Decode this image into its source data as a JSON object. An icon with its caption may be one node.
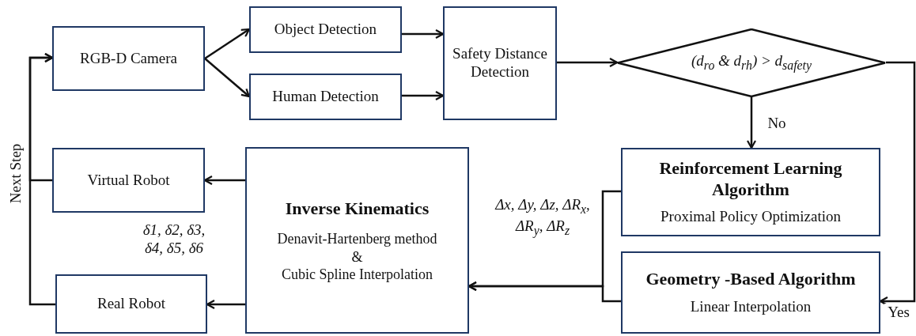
{
  "diagram": {
    "nodes": [
      {
        "text": [
          "RGB-D Camera"
        ]
      },
      {
        "text": [
          "Object Detection"
        ]
      },
      {
        "text": [
          "Human Detection"
        ]
      },
      {
        "text": [
          "Safety Distance Detection"
        ]
      },
      {
        "text": [
          "(d$_{ro}$ & d$_{rh}$) > d$_{safety}$"
        ]
      },
      {
        "text": [
          "Reinforcement Learning Algorithm",
          "Proximal Policy Optimization"
        ]
      },
      {
        "text": [
          "Geometry -Based Algorithm",
          "Linear Interpolation"
        ]
      },
      {
        "text": [
          "Inverse Kinematics",
          "Denavit-Hartenberg method",
          "&",
          "Cubic Spline Interpolation"
        ]
      },
      {
        "text": [
          "Virtual Robot"
        ]
      },
      {
        "text": [
          "Real Robot"
        ]
      }
    ],
    "edges": [
      {
        "from": 0,
        "to": 1,
        "arrow": "to"
      },
      {
        "from": 0,
        "to": 2,
        "arrow": "to"
      },
      {
        "from": 1,
        "to": 3,
        "arrow": "to"
      },
      {
        "from": 2,
        "to": 3,
        "arrow": "to"
      },
      {
        "from": 3,
        "to": 4,
        "arrow": "to"
      },
      {
        "from": 4,
        "to": 5,
        "arrow": "to",
        "label": "No"
      },
      {
        "from": 4,
        "to": 6,
        "arrow": "to",
        "label": "Yes"
      },
      {
        "from": 5,
        "to": 7,
        "arrow": "to",
        "label": "Δx, Δy, Δz, ΔR$_{x}$, ΔR$_{y}$, ΔR$_{z}$"
      },
      {
        "from": 6,
        "to": 7,
        "arrow": "to"
      },
      {
        "from": 7,
        "to": 8,
        "arrow": "to",
        "label": "δ1, δ2, δ3, δ4, δ5, δ6"
      },
      {
        "from": 7,
        "to": 9,
        "arrow": "to"
      },
      {
        "from": 8,
        "to": 0,
        "arrow": "to",
        "label": "Next Step"
      },
      {
        "from": 9,
        "to": 0,
        "arrow": "to"
      }
    ]
  }
}
